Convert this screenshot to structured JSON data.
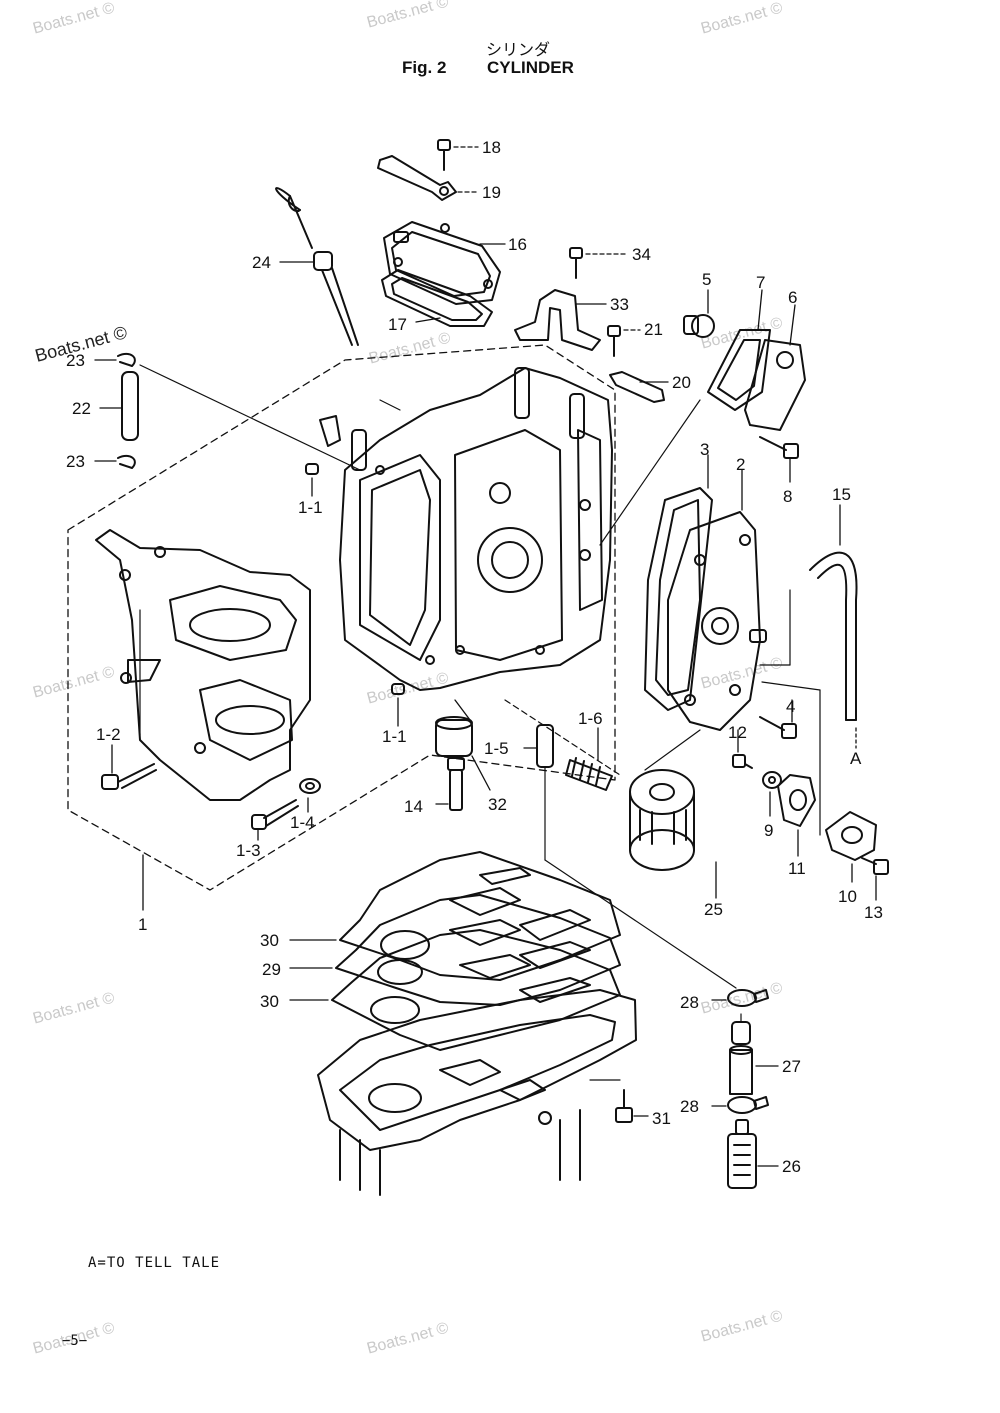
{
  "title": {
    "jp": "シリンダ",
    "figure": "Fig. 2",
    "name": "CYLINDER"
  },
  "watermark": "Boats.net ©",
  "footnote": "A=TO TELL TALE",
  "page_number": "−5−",
  "callouts": {
    "c18": "18",
    "c19": "19",
    "c16": "16",
    "c24": "24",
    "c17": "17",
    "c34": "34",
    "c33": "33",
    "c21": "21",
    "c20": "20",
    "c5": "5",
    "c7": "7",
    "c6": "6",
    "c23a": "23",
    "c22": "22",
    "c23b": "23",
    "c1_1a": "1-1",
    "c1_1b": "1-1",
    "c3": "3",
    "c2": "2",
    "c8": "8",
    "c15": "15",
    "c1_2": "1-2",
    "c1_5": "1-5",
    "c1_6": "1-6",
    "c4": "4",
    "c12": "12",
    "cA": "A",
    "c14": "14",
    "c32": "32",
    "c1_4": "1-4",
    "c1_3": "1-3",
    "c9": "9",
    "c11": "11",
    "c25": "25",
    "c10": "10",
    "c13": "13",
    "c1": "1",
    "c30a": "30",
    "c29": "29",
    "c30b": "30",
    "c28a": "28",
    "c27": "27",
    "c28b": "28",
    "c31": "31",
    "c26": "26"
  }
}
